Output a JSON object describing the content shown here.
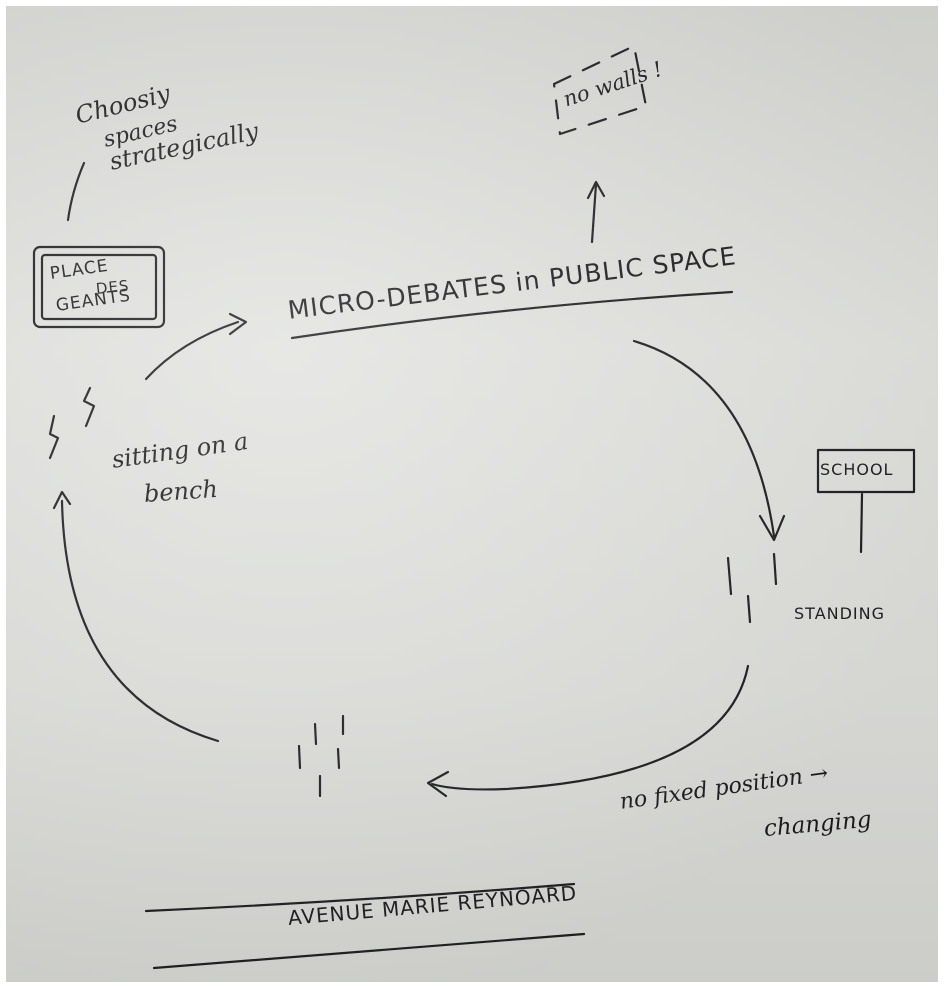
{
  "notes": {
    "choosing_spaces": [
      "Choosiy",
      "spaces",
      "strategically"
    ],
    "place_des_geants": [
      "PLACE",
      "DES",
      "GEANTS"
    ],
    "no_walls": "no walls !",
    "main_title": "MICRO-DEBATES in PUBLIC SPACE",
    "sitting": [
      "sitting on a",
      "bench"
    ],
    "school": "SCHOOL",
    "standing": "STANDING",
    "no_fixed_position": [
      "no fixed position →",
      "changing"
    ],
    "avenue": "AVENUE MARIE REYNOARD"
  },
  "colors": {
    "paper": "#dcddd9",
    "ink": "#1e1e22"
  }
}
